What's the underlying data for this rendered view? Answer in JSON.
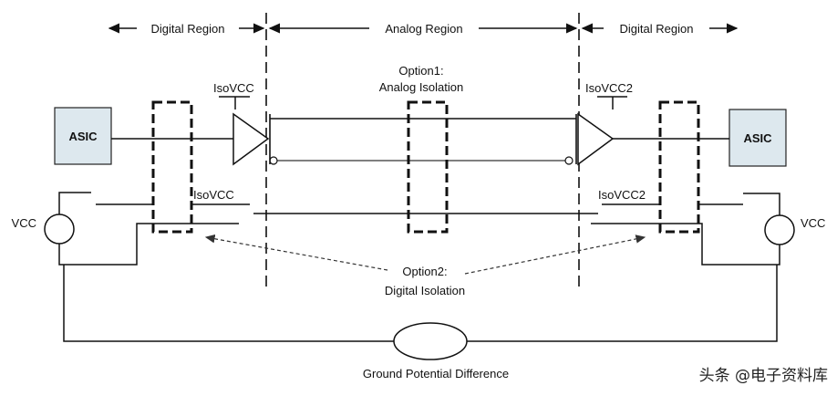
{
  "regions": {
    "left": "Digital Region",
    "center": "Analog Region",
    "right": "Digital Region"
  },
  "blocks": {
    "asic_left": "ASIC",
    "asic_right": "ASIC",
    "vcc_left": "VCC",
    "vcc_right": "VCC"
  },
  "labels": {
    "iso_vcc_top_left": "IsoVCC",
    "iso_vcc_mid_left": "IsoVCC",
    "iso_vcc2_top_right": "IsoVCC2",
    "iso_vcc2_mid_right": "IsoVCC2",
    "option1_line1": "Option1:",
    "option1_line2": "Analog Isolation",
    "option2_line1": "Option2:",
    "option2_line2": "Digital Isolation",
    "ground": "Ground Potential Difference"
  },
  "watermark": "头条 @电子资料库",
  "colors": {
    "asic_fill": "#dde8ee",
    "line": "#111111"
  }
}
